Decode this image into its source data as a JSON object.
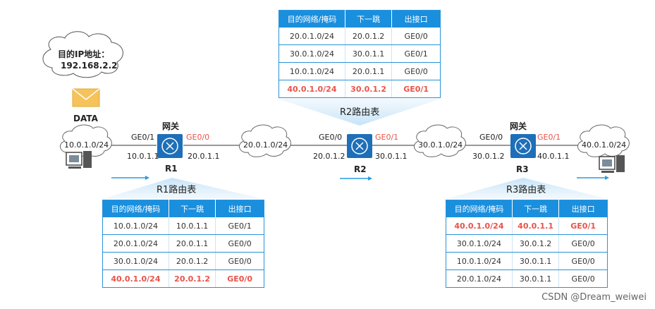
{
  "dest_cloud": {
    "line1": "目的IP地址：",
    "line2": "192.168.2.2"
  },
  "data_label": "DATA",
  "clouds": [
    {
      "id": "c1",
      "label": "10.0.1.0/24"
    },
    {
      "id": "c2",
      "label": "20.0.1.0/24"
    },
    {
      "id": "c3",
      "label": "30.0.1.0/24"
    },
    {
      "id": "c4",
      "label": "40.0.1.0/24"
    }
  ],
  "routers": [
    {
      "name": "R1",
      "gateway": "网关",
      "left_if": "GE0/1",
      "right_if": "GE0/0",
      "left_ip": "10.0.1.1",
      "right_ip": "20.0.1.1"
    },
    {
      "name": "R2",
      "gateway": "",
      "left_if": "GE0/0",
      "right_if": "GE0/1",
      "left_ip": "20.0.1.2",
      "right_ip": "30.0.1.1"
    },
    {
      "name": "R3",
      "gateway": "网关",
      "left_if": "GE0/0",
      "right_if": "GE0/1",
      "left_ip": "30.0.1.2",
      "right_ip": "40.0.1.1"
    }
  ],
  "tables": {
    "headers": [
      "目的网络/掩码",
      "下一跳",
      "出接口"
    ],
    "R1": {
      "caption": "R1路由表",
      "rows": [
        {
          "cells": [
            "10.0.1.0/24",
            "10.0.1.1",
            "GE0/1"
          ],
          "highlight": false
        },
        {
          "cells": [
            "20.0.1.0/24",
            "20.0.1.1",
            "GE0/0"
          ],
          "highlight": false
        },
        {
          "cells": [
            "30.0.1.0/24",
            "20.0.1.2",
            "GE0/0"
          ],
          "highlight": false
        },
        {
          "cells": [
            "40.0.1.0/24",
            "20.0.1.2",
            "GE0/0"
          ],
          "highlight": true
        }
      ]
    },
    "R2": {
      "caption": "R2路由表",
      "rows": [
        {
          "cells": [
            "20.0.1.0/24",
            "20.0.1.2",
            "GE0/0"
          ],
          "highlight": false
        },
        {
          "cells": [
            "30.0.1.0/24",
            "30.0.1.1",
            "GE0/1"
          ],
          "highlight": false
        },
        {
          "cells": [
            "10.0.1.0/24",
            "20.0.1.1",
            "GE0/0"
          ],
          "highlight": false
        },
        {
          "cells": [
            "40.0.1.0/24",
            "30.0.1.2",
            "GE0/1"
          ],
          "highlight": true
        }
      ]
    },
    "R3": {
      "caption": "R3路由表",
      "rows": [
        {
          "cells": [
            "40.0.1.0/24",
            "40.0.1.1",
            "GE0/1"
          ],
          "highlight": true
        },
        {
          "cells": [
            "30.0.1.0/24",
            "30.0.1.2",
            "GE0/0"
          ],
          "highlight": false
        },
        {
          "cells": [
            "10.0.1.0/24",
            "30.0.1.1",
            "GE0/0"
          ],
          "highlight": false
        },
        {
          "cells": [
            "20.0.1.0/24",
            "30.0.1.1",
            "GE0/0"
          ],
          "highlight": false
        }
      ]
    }
  },
  "watermark": "CSDN @Dream_weiwei",
  "colors": {
    "accent": "#1a8fde",
    "highlight": "#e8534a",
    "router": "#1e6fb8",
    "envelope": "#f6c35a"
  }
}
